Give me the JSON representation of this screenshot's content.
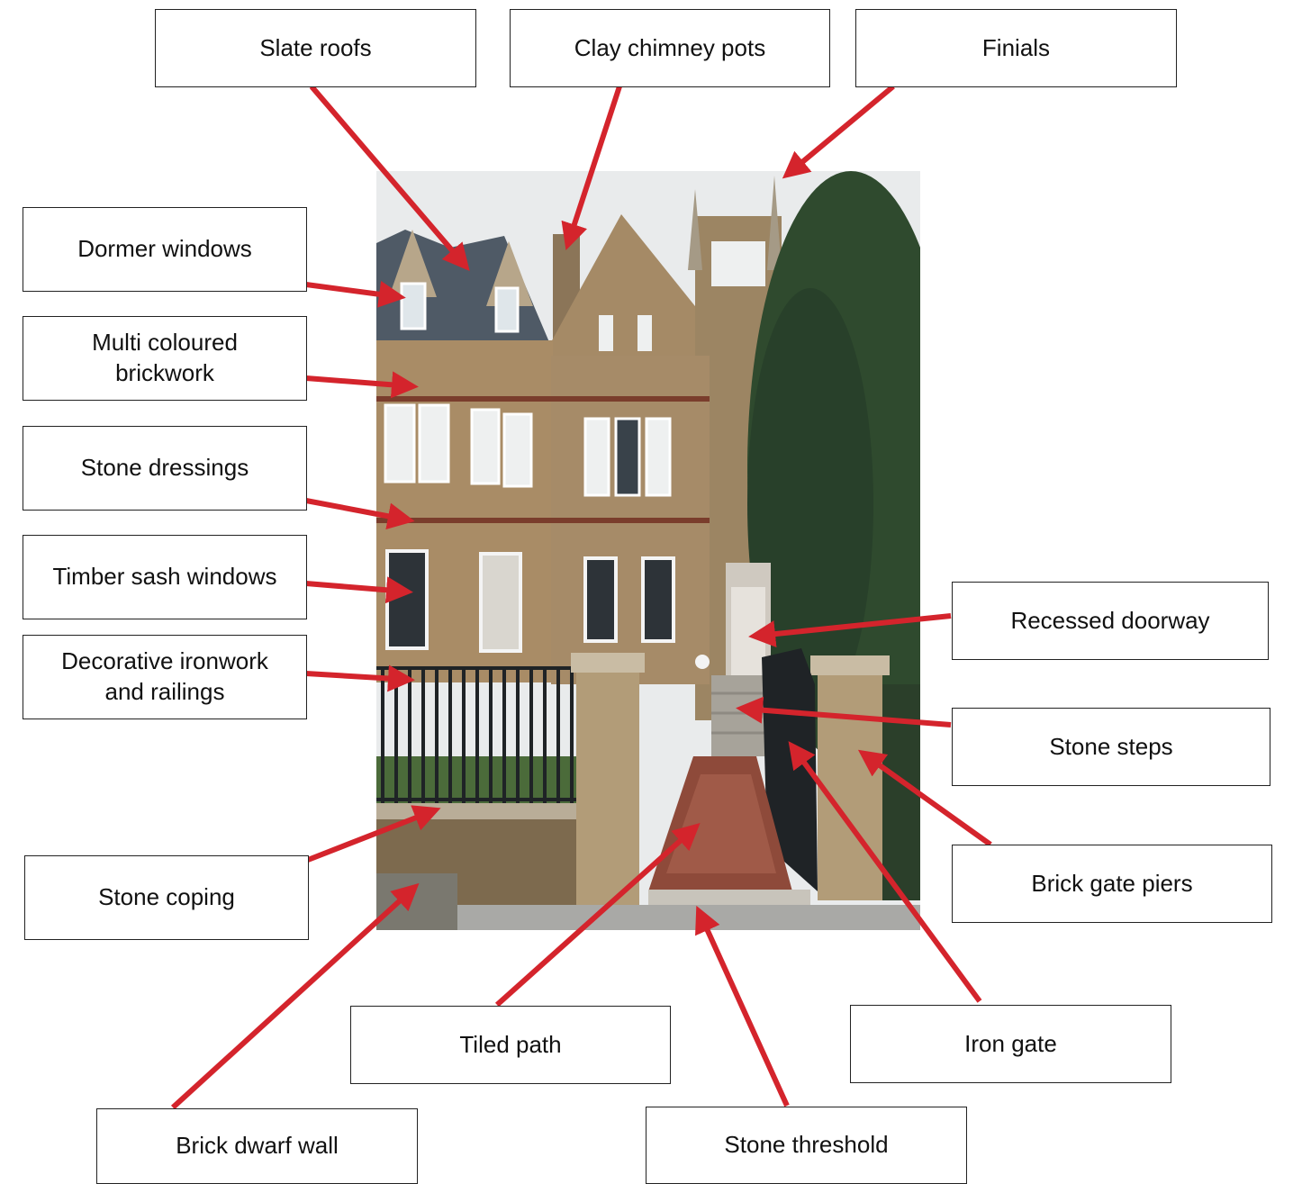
{
  "labels": {
    "slate_roofs": "Slate roofs",
    "clay_chimney_pots": "Clay chimney pots",
    "finials": "Finials",
    "dormer_windows": "Dormer windows",
    "multi_coloured_brickwork": "Multi coloured\nbrickwork",
    "stone_dressings": "Stone dressings",
    "timber_sash_windows": "Timber sash windows",
    "decorative_ironwork": "Decorative ironwork\nand railings",
    "stone_coping": "Stone coping",
    "recessed_doorway": "Recessed doorway",
    "stone_steps": "Stone steps",
    "brick_gate_piers": "Brick gate piers",
    "iron_gate": "Iron gate",
    "tiled_path": "Tiled path",
    "brick_dwarf_wall": "Brick dwarf wall",
    "stone_threshold": "Stone threshold"
  },
  "colors": {
    "arrow": "#d4242c",
    "sky": "#e9ebec",
    "brick": "#a98c66",
    "slate": "#4f5a66",
    "tree": "#2f4a2e",
    "iron": "#1f2326"
  }
}
